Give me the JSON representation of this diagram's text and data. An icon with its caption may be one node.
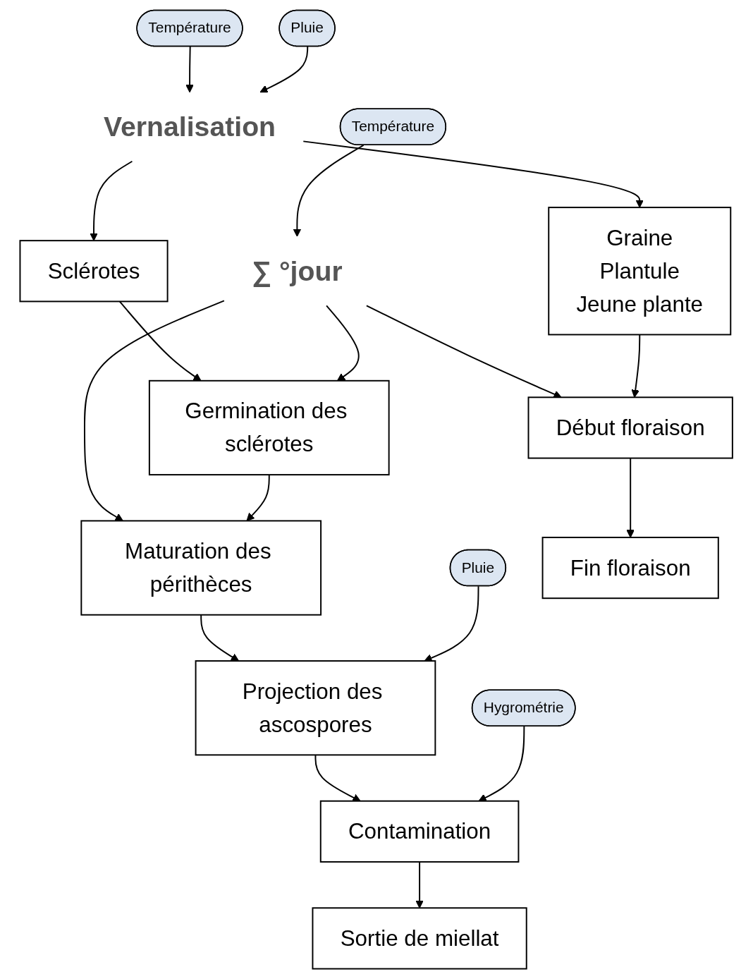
{
  "diagram": {
    "nodes": [
      {
        "text": [
          "Température"
        ]
      },
      {
        "text": [
          "Pluie"
        ]
      },
      {
        "text": [
          "Vernalisation"
        ]
      },
      {
        "text": [
          "Graine",
          "Plantule",
          "Jeune plante"
        ]
      },
      {
        "text": [
          "Sclérotes"
        ]
      },
      {
        "text": [
          "∑ °jour"
        ]
      },
      {
        "text": [
          "Germination des sclérotes"
        ]
      },
      {
        "text": [
          "Température"
        ]
      },
      {
        "text": [
          "Maturation des périthèces"
        ]
      },
      {
        "text": [
          "Pluie"
        ]
      },
      {
        "text": [
          "Début floraison"
        ]
      },
      {
        "text": [
          "Projection des ascospores"
        ]
      },
      {
        "text": [
          "Hygrométrie"
        ]
      },
      {
        "text": [
          "Contamination"
        ]
      },
      {
        "text": [
          "Fin floraison"
        ]
      },
      {
        "text": [
          "Sortie de miellat"
        ]
      }
    ],
    "edges": [
      {
        "from": 0,
        "to": 2,
        "arrow": "to"
      },
      {
        "from": 1,
        "to": 2,
        "arrow": "to"
      },
      {
        "from": 2,
        "to": 3,
        "arrow": "to"
      },
      {
        "from": 2,
        "to": 4,
        "arrow": "to"
      },
      {
        "from": 4,
        "to": 6,
        "arrow": "to"
      },
      {
        "from": 5,
        "to": 6,
        "arrow": "to"
      },
      {
        "from": 5,
        "to": 10,
        "arrow": "to"
      },
      {
        "from": 5,
        "to": 8,
        "arrow": "to"
      },
      {
        "from": 7,
        "to": 5,
        "arrow": "to"
      },
      {
        "from": 3,
        "to": 10,
        "arrow": "to"
      },
      {
        "from": 6,
        "to": 8,
        "arrow": "to"
      },
      {
        "from": 8,
        "to": 11,
        "arrow": "to"
      },
      {
        "from": 9,
        "to": 11,
        "arrow": "to"
      },
      {
        "from": 10,
        "to": 14,
        "arrow": "to"
      },
      {
        "from": 11,
        "to": 13,
        "arrow": "to"
      },
      {
        "from": 12,
        "to": 13,
        "arrow": "to"
      },
      {
        "from": 13,
        "to": 15,
        "arrow": "to"
      }
    ]
  }
}
